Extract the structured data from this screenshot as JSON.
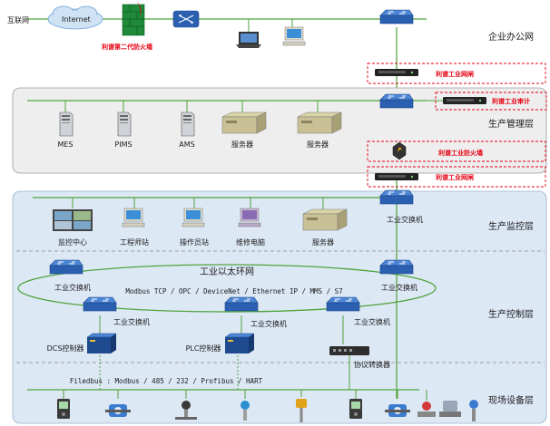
{
  "zones": {
    "office": "企业办公网",
    "management": "生产管理层",
    "monitor": "生产监控层",
    "control": "生产控制层",
    "field": "现场设备层"
  },
  "top": {
    "internet_label": "互联网",
    "cloud_text": "Internet",
    "firewall_label": "利谱第二代防火墙"
  },
  "security": {
    "gateway1": "利谱工业网闸",
    "audit": "利谱工业审计",
    "firewall": "利谱工业防火墙",
    "gateway2": "利谱工业网闸"
  },
  "management": {
    "servers": [
      "MES",
      "PIMS",
      "AMS",
      "服务器",
      "服务器"
    ]
  },
  "monitor": {
    "devices": [
      "监控中心",
      "工程师站",
      "操作员站",
      "维修电脑",
      "服务器"
    ],
    "switch_label": "工业交换机"
  },
  "control": {
    "ring_title": "工业以太环网",
    "ring_protocols": "Modbus TCP / OPC / DeviceNet / Ethernet IP / MMS / S7",
    "switch_left": "工业交换机",
    "switch_right": "工业交换机",
    "switch_b1": "工业交换机",
    "switch_b2": "工业交换机",
    "switch_b3": "工业交换机",
    "dcs": "DCS控制器",
    "plc": "PLC控制器",
    "converter": "协议转换器"
  },
  "field": {
    "bus_protocols": "Filedbus : Modbus / 485 / 232 / Profibus / HART"
  },
  "colors": {
    "switch_blue": "#2b5fb0",
    "zone_line": "#4fa33a",
    "security_red": "#e60012",
    "panel_gray": "#eeeeee",
    "panel_blue": "#dde8f5"
  }
}
